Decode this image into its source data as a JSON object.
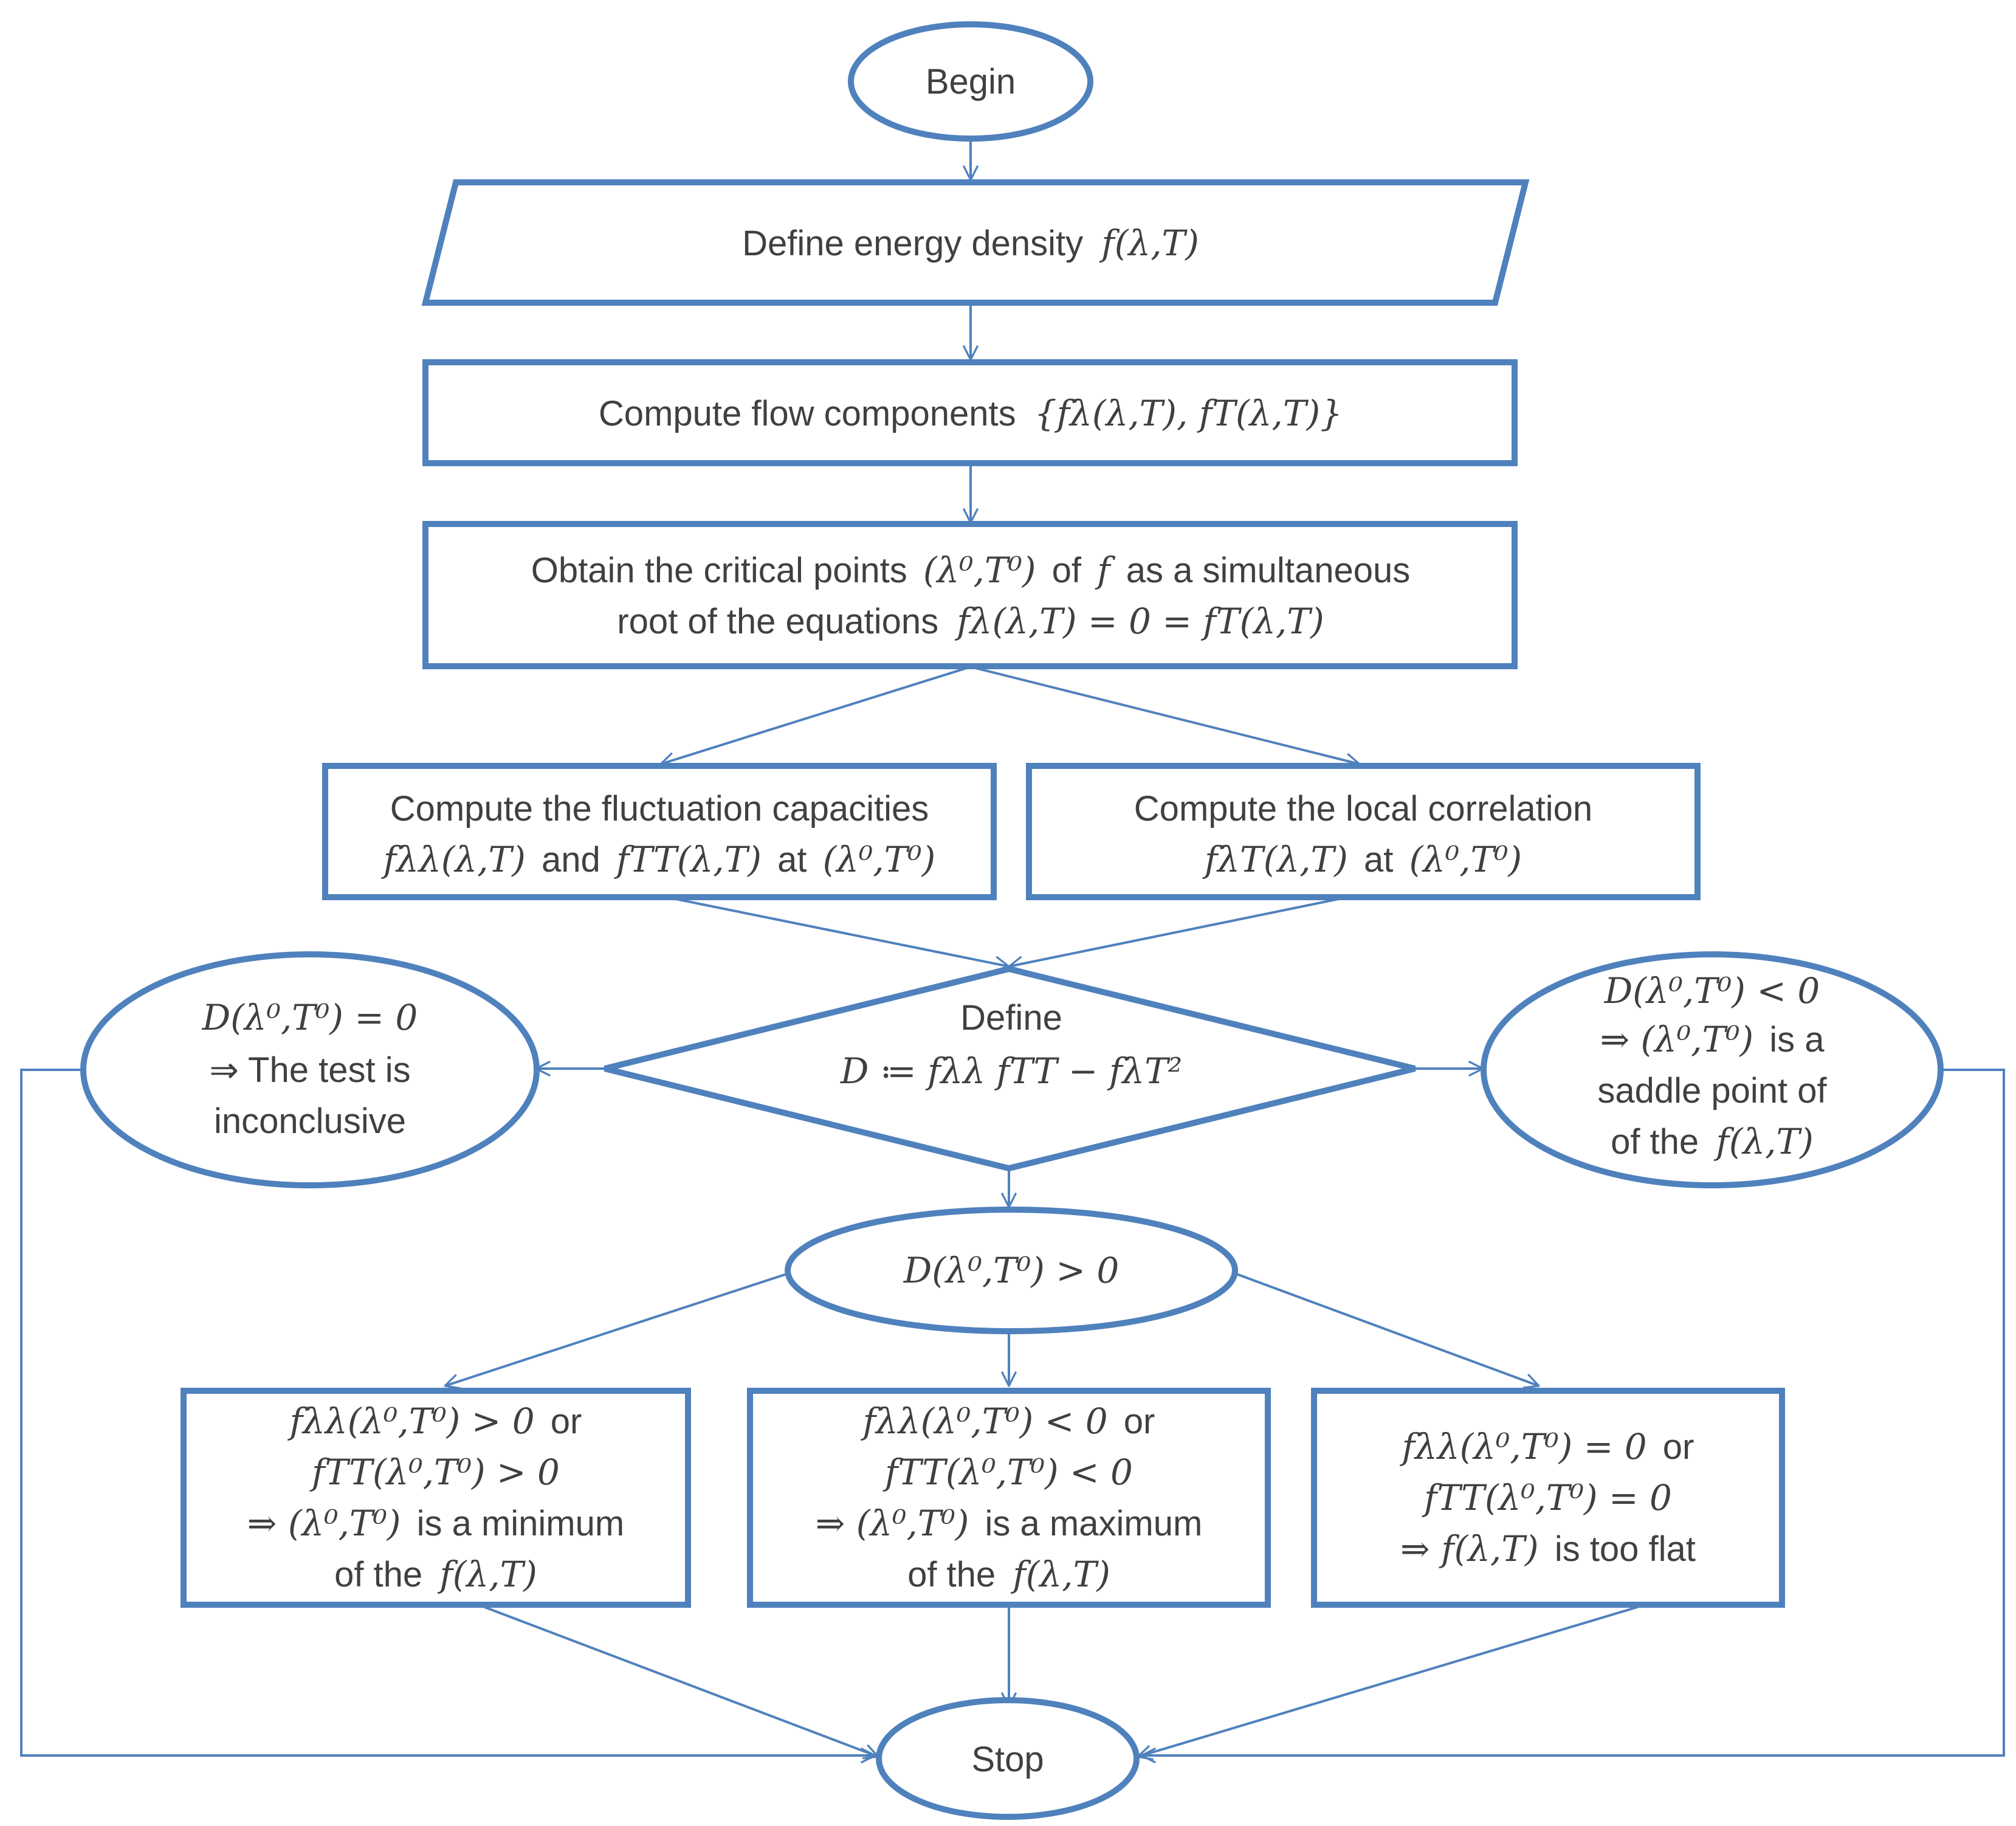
{
  "colors": {
    "stroke": "#4f81bd",
    "text": "#404040",
    "background": "#ffffff"
  },
  "nodes": {
    "begin": "Begin",
    "define_energy": {
      "text": "Define energy density",
      "math": "f(λ,T)"
    },
    "flow_components": {
      "text": "Compute flow components",
      "math": "{fλ(λ,T), fT(λ,T)}"
    },
    "critical_points": {
      "line1_text_a": "Obtain the critical points",
      "line1_math": "(λ⁰,T⁰)",
      "line1_text_b": "of",
      "line1_math_f": "f",
      "line1_text_c": "as a simultaneous",
      "line2_text": "root of  the equations",
      "line2_math": "fλ(λ,T) = 0 = fT(λ,T)"
    },
    "fluctuation": {
      "line1": "Compute the fluctuation capacities",
      "line2_math_a": "fλλ(λ,T)",
      "line2_text_and": "and",
      "line2_math_b": "fTT(λ,T)",
      "line2_text_at": "at",
      "line2_math_c": "(λ⁰,T⁰)"
    },
    "correlation": {
      "line1": "Compute the local correlation",
      "line2_math_a": "fλT(λ,T)",
      "line2_text_at": "at",
      "line2_math_b": "(λ⁰,T⁰)"
    },
    "define_D": {
      "line1": "Define",
      "line2_math": "D ≔ fλλ fTT − fλT²"
    },
    "d_zero": {
      "line1_math": "D(λ⁰,T⁰) = 0",
      "line2": "⇒ The test is",
      "line3": "inconclusive"
    },
    "d_negative": {
      "line1_math": "D(λ⁰,T⁰) < 0",
      "line2_math": "⇒ (λ⁰,T⁰)",
      "line2_text": "is a",
      "line3": "saddle point of",
      "line4_text": "of  the",
      "line4_math": "f(λ,T)"
    },
    "d_positive": {
      "math": "D(λ⁰,T⁰) > 0"
    },
    "minimum": {
      "line1_math": "fλλ(λ⁰,T⁰) > 0",
      "line1_text": "or",
      "line2_math": "fTT(λ⁰,T⁰) > 0",
      "line3_math": "⇒ (λ⁰,T⁰)",
      "line3_text": "is a minimum",
      "line4_text": "of  the",
      "line4_math": "f(λ,T)"
    },
    "maximum": {
      "line1_math": "fλλ(λ⁰,T⁰) < 0",
      "line1_text": "or",
      "line2_math": "fTT(λ⁰,T⁰) < 0",
      "line3_math": "⇒ (λ⁰,T⁰)",
      "line3_text": "is a maximum",
      "line4_text": "of  the",
      "line4_math": "f(λ,T)"
    },
    "flat": {
      "line1_math": "fλλ(λ⁰,T⁰) = 0",
      "line1_text": "or",
      "line2_math": "fTT(λ⁰,T⁰) = 0",
      "line3_math": "⇒ f(λ,T)",
      "line3_text": "is too flat"
    },
    "stop": "Stop"
  }
}
